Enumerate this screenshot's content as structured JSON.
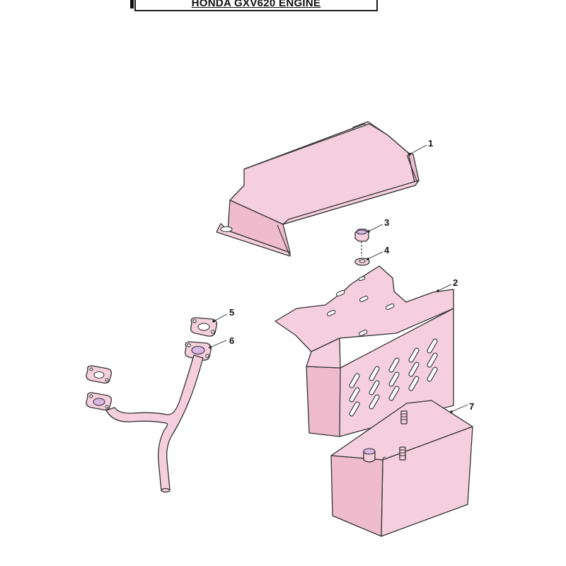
{
  "header": {
    "title": "HONDA GXV620 ENGINE"
  },
  "colors": {
    "part_fill": "#f5cfdd",
    "part_shade": "#eebccd",
    "hole_tint": "#d9b8e6"
  },
  "callouts": [
    {
      "id": "1",
      "part": "upper-heat-shield"
    },
    {
      "id": "2",
      "part": "muffler-guard"
    },
    {
      "id": "3",
      "part": "nut"
    },
    {
      "id": "4",
      "part": "washer"
    },
    {
      "id": "5",
      "part": "gasket"
    },
    {
      "id": "6",
      "part": "gasket"
    },
    {
      "id": "7",
      "part": "muffler"
    }
  ],
  "parts_shown": [
    "upper-heat-shield",
    "muffler-guard",
    "nut",
    "washer",
    "gasket",
    "exhaust-pipe",
    "muffler"
  ]
}
